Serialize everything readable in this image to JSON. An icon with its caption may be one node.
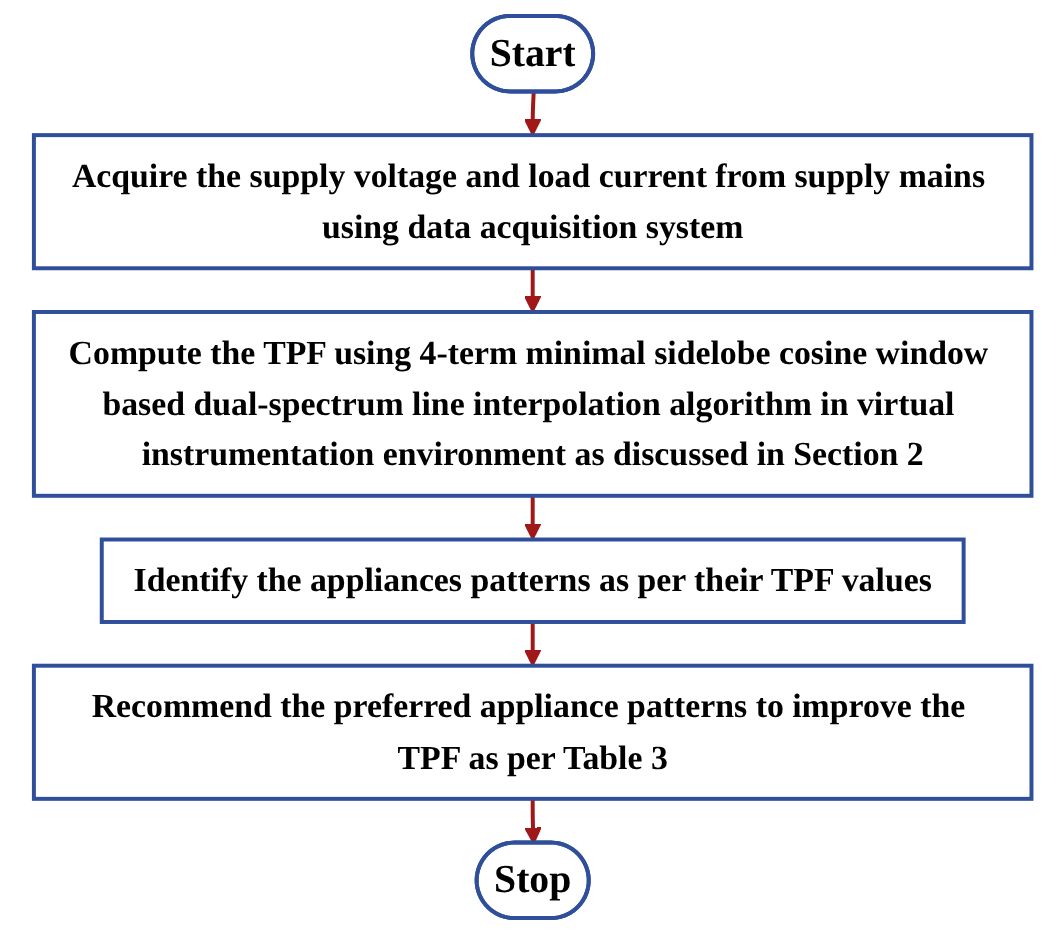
{
  "diagram": {
    "nodes": [
      {
        "text": [
          "Start"
        ]
      },
      {
        "text": [
          "Acquire the supply voltage and load current from supply mains using data acquisition system"
        ]
      },
      {
        "text": [
          "Compute the TPF using 4-term minimal sidelobe cosine window based dual-spectrum line interpolation algorithm in virtual instrumentation environment as discussed in Section 2"
        ]
      },
      {
        "text": [
          "Identify the appliances patterns as per their TPF values"
        ]
      },
      {
        "text": [
          "Recommend the preferred appliance patterns to improve the TPF as per Table 3"
        ]
      },
      {
        "text": [
          "Stop"
        ]
      }
    ],
    "edges": [
      {
        "from": 0,
        "to": 1,
        "arrow": "to"
      },
      {
        "from": 1,
        "to": 2,
        "arrow": "to"
      },
      {
        "from": 2,
        "to": 3,
        "arrow": "to"
      },
      {
        "from": 3,
        "to": 4,
        "arrow": "to"
      },
      {
        "from": 4,
        "to": 5,
        "arrow": "to"
      }
    ]
  }
}
